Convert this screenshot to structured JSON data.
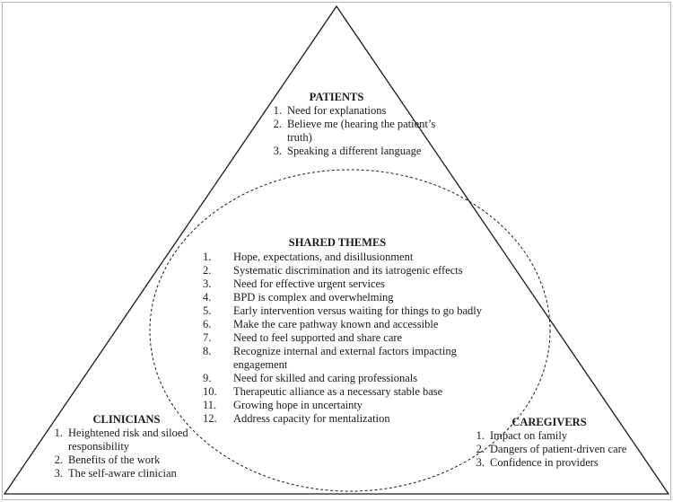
{
  "patients": {
    "title": "PATIENTS",
    "items": [
      {
        "num": "1.",
        "text": "Need for explanations"
      },
      {
        "num": "2.",
        "text": "Believe me (hearing the patient’s truth)"
      },
      {
        "num": "3.",
        "text": "Speaking a different language"
      }
    ]
  },
  "shared": {
    "title": "SHARED THEMES",
    "items": [
      {
        "num": "1.",
        "text": "Hope, expectations, and disillusionment"
      },
      {
        "num": "2.",
        "text": "Systematic discrimination and its iatrogenic effects"
      },
      {
        "num": "3.",
        "text": "Need for effective urgent services"
      },
      {
        "num": "4.",
        "text": "BPD is complex and overwhelming"
      },
      {
        "num": "5.",
        "text": "Early intervention versus waiting for things to go badly"
      },
      {
        "num": "6.",
        "text": "Make the care pathway known and accessible"
      },
      {
        "num": "7.",
        "text": "Need to feel supported and share care"
      },
      {
        "num": "8.",
        "text": "Recognize internal and external factors impacting engagement"
      },
      {
        "num": "9.",
        "text": "Need for skilled and caring professionals"
      },
      {
        "num": "10.",
        "text": "Therapeutic alliance as a necessary stable base"
      },
      {
        "num": "11.",
        "text": "Growing hope in uncertainty"
      },
      {
        "num": "12.",
        "text": "Address capacity for mentalization"
      }
    ]
  },
  "clinicians": {
    "title": "CLINICIANS",
    "items": [
      {
        "num": "1.",
        "text": "Heightened risk and siloed responsibility"
      },
      {
        "num": "2.",
        "text": "Benefits of the work"
      },
      {
        "num": "3.",
        "text": "The self-aware clinician"
      }
    ]
  },
  "caregivers": {
    "title": "CAREGIVERS",
    "items": [
      {
        "num": "1.",
        "text": "Impact on family"
      },
      {
        "num": "2.",
        "text": "Dangers of patient-driven care"
      },
      {
        "num": "3.",
        "text": "Confidence in providers"
      }
    ]
  }
}
